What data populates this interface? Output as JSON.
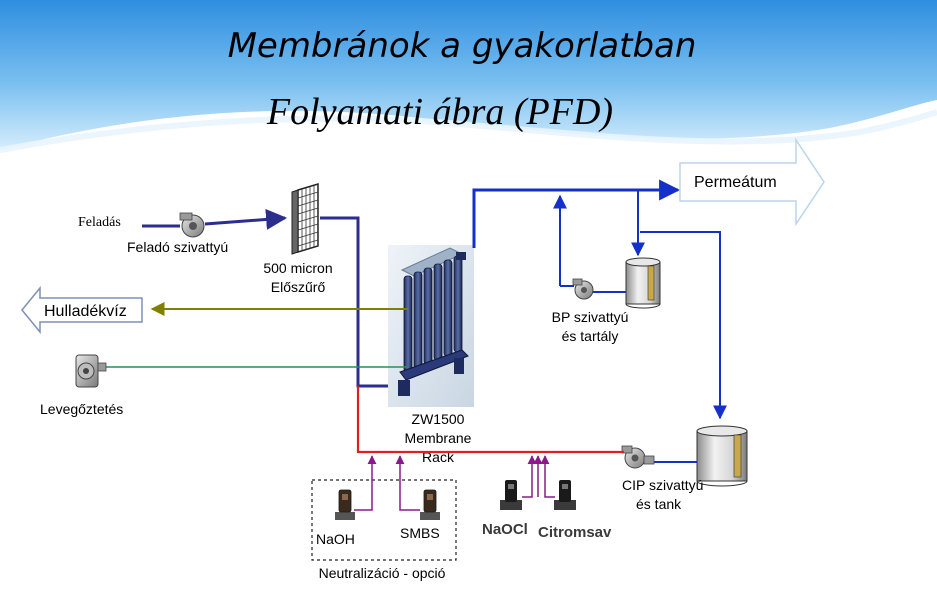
{
  "title": {
    "line1": "Membránok  a gyakorlatban",
    "line2": "Folyamati ábra (PFD)"
  },
  "labels": {
    "feed": "Feladás",
    "feed_pump": "Feladó szivattyú",
    "prefilter_line1": "500 micron",
    "prefilter_line2": "Előszűrő",
    "waste": "Hulladékvíz",
    "aeration": "Levegőztetés",
    "permeate": "Permeátum",
    "bp_line1": "BP szivattyú",
    "bp_line2": "és tartály",
    "rack_line1": "ZW1500",
    "rack_line2": "Membrane",
    "rack_line3": "Rack",
    "cip_line1": "CIP szivattyú",
    "cip_line2": "és tank",
    "naoh": "NaOH",
    "smbs": "SMBS",
    "naocl": "NaOCl",
    "citric": "Citromsav",
    "neutralization": "Neutralizáció - opció"
  },
  "colors": {
    "feed_line": "#2b2e8c",
    "permeate_line": "#1530c8",
    "waste_line": "#7f7f00",
    "air_line": "#2e8b57",
    "cip_line": "#e02020",
    "chemical_line": "#8a1a8a",
    "sky_top": "#2f8ee0",
    "sky_bottom": "#cfe8fb"
  },
  "icons": {
    "pump": "centrifugal-pump-icon",
    "blower": "blower-icon",
    "filter": "mesh-filter-icon",
    "tank": "cylindrical-tank-icon",
    "dosing_pump": "dosing-pump-icon",
    "rack": "membrane-rack-icon"
  }
}
